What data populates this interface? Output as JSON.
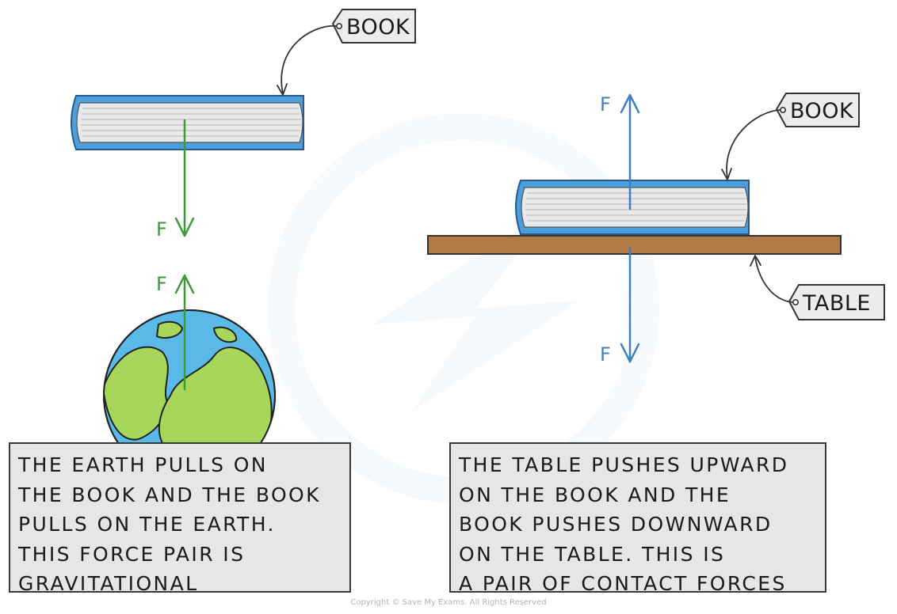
{
  "labels": {
    "book_tag_left": "BOOK",
    "book_tag_right": "BOOK",
    "table_tag": "TABLE",
    "force_gravity_down": "F",
    "force_gravity_up": "F",
    "force_contact_up": "F",
    "force_contact_down": "F"
  },
  "captions": {
    "gravitational": [
      "THE EARTH PULLS ON",
      "THE BOOK AND THE BOOK",
      "PULLS ON THE EARTH.",
      "THIS FORCE PAIR IS",
      "GRAVITATIONAL"
    ],
    "contact": [
      "THE TABLE PUSHES UPWARD",
      "ON THE BOOK AND THE",
      "BOOK PUSHES DOWNWARD",
      "ON THE TABLE. THIS IS",
      "A PAIR OF CONTACT FORCES"
    ]
  },
  "footer": {
    "copyright": "Copyright © Save My Exams. All Rights Reserved"
  },
  "colors": {
    "gravity_arrow": "#3a9a35",
    "contact_arrow": "#3b7fc4",
    "book_cover": "#4a9fdc",
    "book_pages": "#e9e9e9",
    "table": "#b17a45",
    "earth_ocean": "#5ab9e6",
    "earth_land": "#a6d65a",
    "caption_bg": "#e6e6e6"
  }
}
